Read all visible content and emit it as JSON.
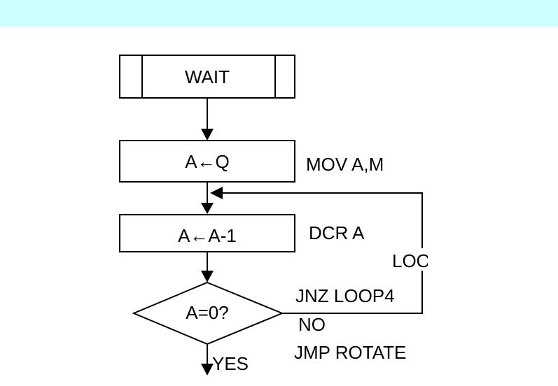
{
  "colors": {
    "header_band": "#ccffff",
    "background": "#ffffff",
    "stroke": "#000000"
  },
  "nodes": {
    "wait": "WAIT",
    "load": "A←Q",
    "decrement": "A←A-1",
    "decision": "A=0?"
  },
  "annotations": {
    "load_instr": "MOV A,M",
    "decrement_instr": "DCR A",
    "loop_label": "LOO",
    "jnz_instr": "JNZ LOOP4",
    "no_label": "NO",
    "jmp_instr": "JMP ROTATE",
    "yes_label": "YES"
  }
}
